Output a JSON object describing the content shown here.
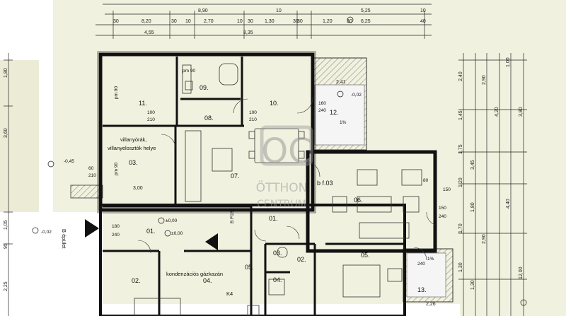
{
  "rooms": {
    "r01": "01.",
    "r02a": "02.",
    "r02b": "02.",
    "r03a": "03.",
    "r03b": "03.",
    "r04a": "04.",
    "r04b": "04.",
    "r05a": "05.",
    "r05b": "05.",
    "r06": "06.",
    "r07": "07.",
    "r08": "08.",
    "r09": "09.",
    "r10": "10.",
    "r11": "11.",
    "r12": "12.",
    "r13": "13."
  },
  "labels": {
    "villanyorak": "villanyórák,",
    "elosztok": "villanyelosztók helye",
    "kondenzacios": "kondenzációs gázkazán",
    "bf03": "b f.03",
    "b_epulet": "B épület",
    "f03": "B F03",
    "k4": "K4",
    "pm90": "pm 90",
    "pm90_b": "pm 90",
    "pm90_c": "pm 90"
  },
  "levels": {
    "lvl_a": "-0,02",
    "lvl_b": "-0,45",
    "lvl_c": "-0,02",
    "lvl_d": "±0,00",
    "lvl_e": "±0,00",
    "lvl_f": "1%",
    "lvl_g": "1%"
  },
  "dimensions": {
    "top": [
      "8,90",
      "10",
      "5,25",
      "10",
      "30",
      "8,20",
      "30",
      "10",
      "2,70",
      "10",
      "30",
      "1,30",
      "30",
      "4,55",
      "8,35",
      "30",
      "1,20",
      "30",
      "6,25",
      "40"
    ],
    "left": [
      "1,80",
      "3,60",
      "1,05",
      "2,25",
      "95"
    ],
    "right": [
      "1,00",
      "2,90",
      "3,80",
      "4,20",
      "2,40",
      "1,45",
      "1,75",
      "3,45",
      "4,40",
      "1,80",
      "1,20",
      "2,90",
      "1,70",
      "1,30",
      "1,30",
      "12,00"
    ],
    "interior": [
      "2,41",
      "3,00",
      "2,26",
      "180",
      "240",
      "100",
      "210",
      "160",
      "240",
      "60",
      "210",
      "100",
      "210",
      "80",
      "150",
      "240",
      "150",
      "240"
    ]
  },
  "watermark": {
    "top": "ÖTTHON",
    "bottom": "CENTRUM"
  }
}
